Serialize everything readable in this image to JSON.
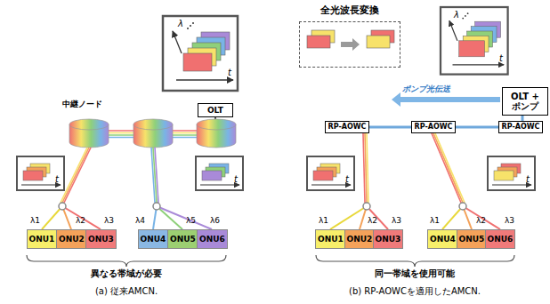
{
  "diagram": {
    "nodes": [
      {
        "text": [
          "OLT"
        ]
      },
      {
        "text": [
          "ONU1"
        ]
      },
      {
        "text": [
          "ONU2"
        ]
      },
      {
        "text": [
          "ONU3"
        ]
      },
      {
        "text": [
          "ONU4"
        ]
      },
      {
        "text": [
          "ONU5"
        ]
      },
      {
        "text": [
          "ONU6"
        ]
      },
      {
        "text": [
          "全光波長変換"
        ]
      },
      {
        "text": [
          "OLT + ポンプ"
        ]
      },
      {
        "text": [
          "RP-AOWC"
        ]
      },
      {
        "text": [
          "RP-AOWC"
        ]
      },
      {
        "text": [
          "RP-AOWC"
        ]
      },
      {
        "text": [
          "ONU1"
        ]
      },
      {
        "text": [
          "ONU2"
        ]
      },
      {
        "text": [
          "ONU3"
        ]
      },
      {
        "text": [
          "ONU4"
        ]
      },
      {
        "text": [
          "ONU5"
        ]
      },
      {
        "text": [
          "ONU6"
        ]
      }
    ],
    "edges": [
      {
        "from": 9,
        "to": 10,
        "arrow": "none"
      },
      {
        "from": 10,
        "to": 11,
        "arrow": "none"
      },
      {
        "from": 8,
        "to": 11,
        "arrow": "none"
      }
    ],
    "labels": [
      "中継ノード",
      "λ",
      "t",
      "t",
      "t",
      "λ1",
      "λ2",
      "λ3",
      "λ4",
      "λ5",
      "λ6",
      "異なる帯域が必要",
      "(a) 従来AMCN.",
      "ポンプ光伝送",
      "λ",
      "t",
      "t",
      "t",
      "λ1",
      "λ2",
      "λ3",
      "λ1",
      "λ2",
      "λ3",
      "同一帯域を使用可能",
      "(b) RP-AOWCを適用したAMCN."
    ]
  }
}
